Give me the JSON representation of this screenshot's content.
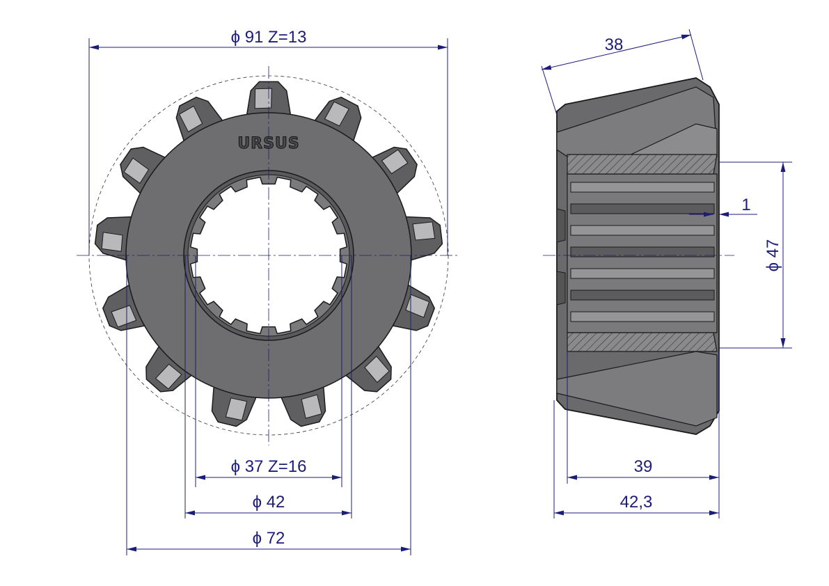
{
  "drawing": {
    "logo": "URSUS",
    "front_view": {
      "outer_dia_label": "ϕ 91  Z=13",
      "spline_dia_label": "ϕ 37  Z=16",
      "bore_dia_label": "ϕ 42",
      "hub_dia_label": "ϕ 72",
      "gear_teeth": 13,
      "spline_teeth": 16
    },
    "side_view": {
      "face_width_label": "38",
      "chamfer_label": "1",
      "bore_dia_label": "ϕ 47",
      "inner_length_label": "39",
      "overall_length_label": "42,3"
    },
    "colors": {
      "dimension": "#1c1c7a",
      "metal": "#6e6e70",
      "outline": "#1a1a1a"
    }
  }
}
